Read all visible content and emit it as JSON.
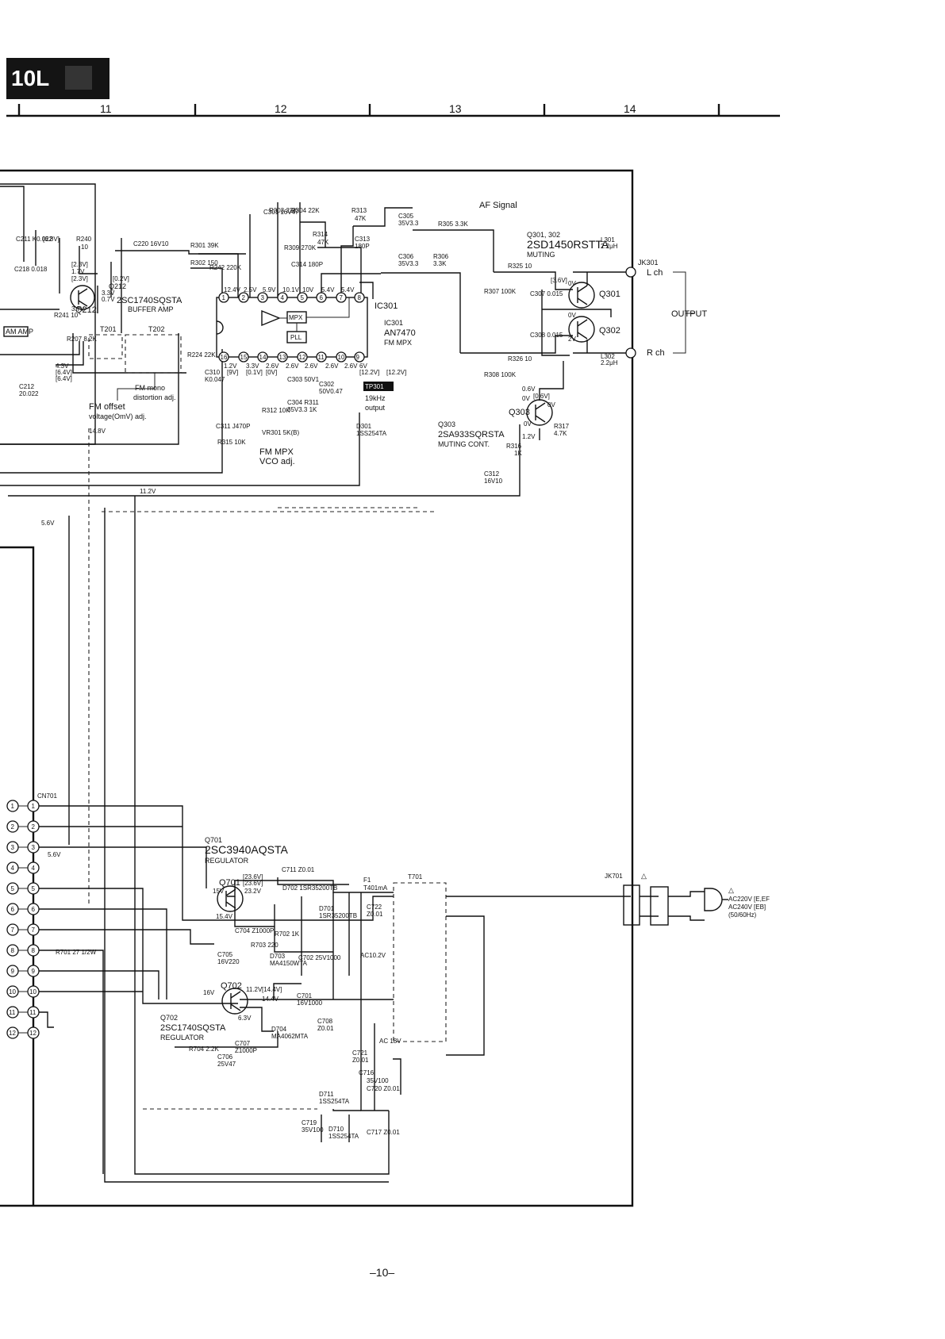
{
  "header": {
    "section_tag": "10L",
    "grid_columns": [
      "11",
      "12",
      "13",
      "14"
    ],
    "page_number": "–10–"
  },
  "fm_section": {
    "ic301_name": "IC301",
    "ic301_part": "AN7470",
    "ic301_func": "FM MPX",
    "mpx_block": "MPX",
    "pll_block": "PLL",
    "q212_name": "Q212",
    "q212_part": "2SC1740SQSTA",
    "q212_func": "BUFFER AMP",
    "q212_ref": "Q212",
    "t201": "T201",
    "t202": "T202",
    "fm_mono_adj": [
      "FM mono",
      "distortion adj."
    ],
    "fm_offset_adj": [
      "FM offset",
      "voltage(OmV) adj."
    ],
    "vco_adj": [
      "FM MPX",
      "VCO adj."
    ],
    "tp301": "TP301",
    "tp301_note": [
      "19kHz",
      "output"
    ],
    "af_signal": "AF Signal",
    "q301_302_names": "Q301, 302",
    "q301_302_part": "2SD1450RSTTA",
    "muting": "MUTING",
    "q301": "Q301",
    "q302": "Q302",
    "q303": "Q303",
    "q303_ref": "Q303",
    "q303_part": "2SA933SQRSTA",
    "q303_func": "MUTING CONT.",
    "jk301": "JK301",
    "l_ch": "L ch",
    "r_ch": "R ch",
    "output": "OUTPUT",
    "amp_box": "AM AMP"
  },
  "power_section": {
    "q701_ref": "Q701",
    "q701_part": "2SC3940AQSTA",
    "q701_func": "REGULATOR",
    "q701": "Q701",
    "q702": "Q702",
    "q702_ref": "Q702",
    "q702_part": "2SC1740SQSTA",
    "q702_func": "REGULATOR",
    "cn701": "CN701",
    "jk701": "JK701",
    "t701": "T701",
    "f1": "F1",
    "f1_rating": "T401mA",
    "r701": "R701 27 1/2W",
    "ac_labels": [
      "AC220V [E,EF",
      "AC240V [EB]",
      "(50/60Hz)"
    ],
    "ac_winding": "AC10.2V",
    "ac_winding2": "AC 18V"
  },
  "component_labels": [
    {
      "t": "R240"
    },
    {
      "t": "10"
    },
    {
      "t": "C220 16V10"
    },
    {
      "t": "R301 39K"
    },
    {
      "t": "R302 150"
    },
    {
      "t": "R242 220K"
    },
    {
      "t": "R241 10"
    },
    {
      "t": "R207 8.2K"
    },
    {
      "t": "R224 22K"
    },
    {
      "t": "C301 16V47"
    },
    {
      "t": "R303 22K"
    },
    {
      "t": "R304 22K"
    },
    {
      "t": "R309 270K"
    },
    {
      "t": "R313"
    },
    {
      "t": "47K"
    },
    {
      "t": "R314"
    },
    {
      "t": "47K"
    },
    {
      "t": "C313"
    },
    {
      "t": "180P"
    },
    {
      "t": "C314 180P"
    },
    {
      "t": "C305"
    },
    {
      "t": "35V3.3"
    },
    {
      "t": "R305 3.3K"
    },
    {
      "t": "C306"
    },
    {
      "t": "35V3.3"
    },
    {
      "t": "R306"
    },
    {
      "t": "3.3K"
    },
    {
      "t": "R325 10"
    },
    {
      "t": "R326 10"
    },
    {
      "t": "L301"
    },
    {
      "t": "2.2μH"
    },
    {
      "t": "L302"
    },
    {
      "t": "2.2μH"
    },
    {
      "t": "R307 100K"
    },
    {
      "t": "R308 100K"
    },
    {
      "t": "C307 0.015"
    },
    {
      "t": "C308 0.015"
    },
    {
      "t": "C310"
    },
    {
      "t": "K0.047"
    },
    {
      "t": "C311 J470P"
    },
    {
      "t": "R312 10K"
    },
    {
      "t": "VR301 5K(B)"
    },
    {
      "t": "C303 50V1"
    },
    {
      "t": "C304 R311"
    },
    {
      "t": "35V3.3 1K"
    },
    {
      "t": "C302"
    },
    {
      "t": "50V0.47"
    },
    {
      "t": "R315 10K"
    },
    {
      "t": "D301"
    },
    {
      "t": "1SS254TA"
    },
    {
      "t": "R316"
    },
    {
      "t": "1K"
    },
    {
      "t": "R317"
    },
    {
      "t": "4.7K"
    },
    {
      "t": "C312"
    },
    {
      "t": "16V10"
    },
    {
      "t": "C711 Z0.01"
    },
    {
      "t": "D702 1SR35200TB"
    },
    {
      "t": "D701"
    },
    {
      "t": "1SR35200TB"
    },
    {
      "t": "C722"
    },
    {
      "t": "Z0.01"
    },
    {
      "t": "C704 Z1000P"
    },
    {
      "t": "R702 1K"
    },
    {
      "t": "R703 220"
    },
    {
      "t": "C705"
    },
    {
      "t": "16V220"
    },
    {
      "t": "D703"
    },
    {
      "t": "MA4150WTA"
    },
    {
      "t": "C702 25V1000"
    },
    {
      "t": "C701"
    },
    {
      "t": "16V1000"
    },
    {
      "t": "C708"
    },
    {
      "t": "Z0.01"
    },
    {
      "t": "C707"
    },
    {
      "t": "Z1000P"
    },
    {
      "t": "D704"
    },
    {
      "t": "MA4062MTA"
    },
    {
      "t": "R704 2.2K"
    },
    {
      "t": "C706"
    },
    {
      "t": "25V47"
    },
    {
      "t": "C721"
    },
    {
      "t": "Z0.01"
    },
    {
      "t": "C716"
    },
    {
      "t": "35V100"
    },
    {
      "t": "C720 Z0.01"
    },
    {
      "t": "D711"
    },
    {
      "t": "1SS254TA"
    },
    {
      "t": "C719"
    },
    {
      "t": "35V100"
    },
    {
      "t": "D710"
    },
    {
      "t": "1SS254TA"
    },
    {
      "t": "C717 Z0.01"
    },
    {
      "t": "C211 K0.022"
    },
    {
      "t": "C218 0.018"
    },
    {
      "t": "C212"
    },
    {
      "t": "20.022"
    }
  ],
  "voltage_labels": [
    {
      "t": "[6.8V]"
    },
    {
      "t": "[0.2V]"
    },
    {
      "t": "[2.3V]"
    },
    {
      "t": "1.7V"
    },
    {
      "t": "[2.3V]"
    },
    {
      "t": "3.3V"
    },
    {
      "t": "0.7V"
    },
    {
      "t": "3.7V"
    },
    {
      "t": "4.3V"
    },
    {
      "t": "[6.4V]"
    },
    {
      "t": "[6.4V]"
    },
    {
      "t": "12.4V"
    },
    {
      "t": "2.5V"
    },
    {
      "t": "5.9V"
    },
    {
      "t": "10.1V"
    },
    {
      "t": "10V"
    },
    {
      "t": "5.4V"
    },
    {
      "t": "5.4V"
    },
    {
      "t": "1.2V"
    },
    {
      "t": "3.3V"
    },
    {
      "t": "2.6V"
    },
    {
      "t": "2.6V"
    },
    {
      "t": "2.6V"
    },
    {
      "t": "2.6V"
    },
    {
      "t": "2.6V"
    },
    {
      "t": "[9V]"
    },
    {
      "t": "[0.1V]"
    },
    {
      "t": "[0V]"
    },
    {
      "t": "6V"
    },
    {
      "t": "[12.2V]"
    },
    {
      "t": "[12.2V]"
    },
    {
      "t": "11.2V"
    },
    {
      "t": "5.6V"
    },
    {
      "t": "14.8V"
    },
    {
      "t": "0.6V"
    },
    {
      "t": "0V"
    },
    {
      "t": "[0.6V]"
    },
    {
      "t": "0V"
    },
    {
      "t": "0V"
    },
    {
      "t": "1.2V"
    },
    {
      "t": "[3.6V]"
    },
    {
      "t": "0V"
    },
    {
      "t": "0V"
    },
    {
      "t": "2V"
    },
    {
      "t": "[23.6V]"
    },
    {
      "t": "[23.6V]"
    },
    {
      "t": "23.2V"
    },
    {
      "t": "15V"
    },
    {
      "t": "15.4V"
    },
    {
      "t": "16V"
    },
    {
      "t": "11.2V"
    },
    {
      "t": "[14.4V]"
    },
    {
      "t": "14.4V"
    },
    {
      "t": "6.3V"
    },
    {
      "t": "5.6V"
    }
  ]
}
